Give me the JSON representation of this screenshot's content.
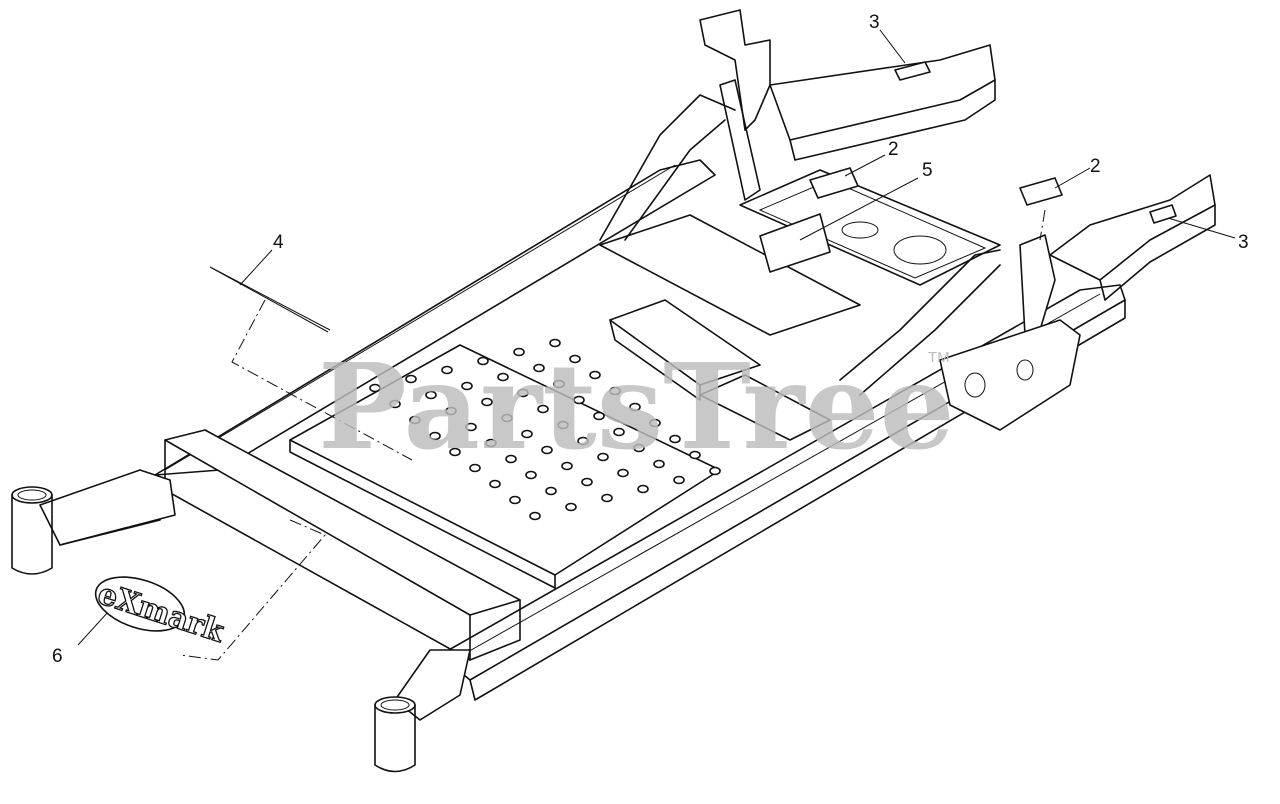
{
  "diagram": {
    "watermark": "PartsTree",
    "trademark": "TM",
    "logo_text": "eXmark",
    "callouts": [
      {
        "id": "callout-3-top",
        "label": "3"
      },
      {
        "id": "callout-2-left",
        "label": "2"
      },
      {
        "id": "callout-5",
        "label": "5"
      },
      {
        "id": "callout-2-right",
        "label": "2"
      },
      {
        "id": "callout-3-right",
        "label": "3"
      },
      {
        "id": "callout-4",
        "label": "4"
      },
      {
        "id": "callout-6",
        "label": "6"
      }
    ]
  }
}
